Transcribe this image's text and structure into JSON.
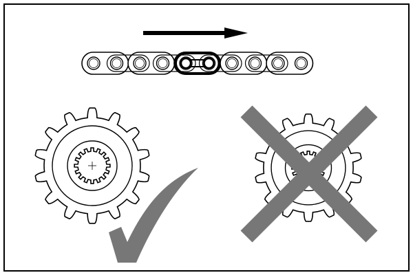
{
  "diagram": {
    "direction": "right",
    "chain": {
      "roller_count": 10,
      "highlighted_link": "master link"
    },
    "sprockets": [
      {
        "name": "correct-orientation",
        "teeth": 14,
        "mark": "check"
      },
      {
        "name": "incorrect-orientation",
        "teeth": 14,
        "mark": "cross"
      }
    ],
    "colors": {
      "line": "#000000",
      "mark": "#777777",
      "background": "#ffffff"
    }
  }
}
